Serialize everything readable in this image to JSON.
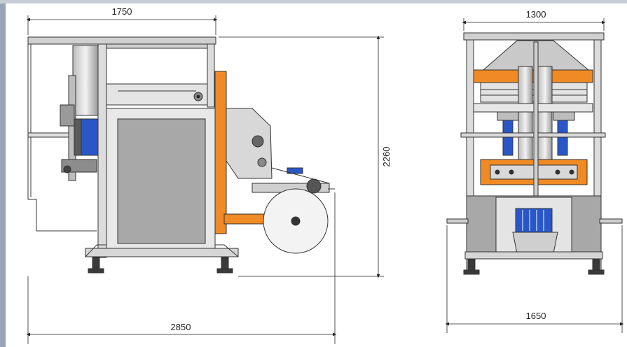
{
  "dimensions": {
    "side_top_width": "1750",
    "side_total_width": "2850",
    "side_height": "2260",
    "front_top_width": "1300",
    "front_total_width": "1650"
  },
  "colors": {
    "frame_orange": "#F08A24",
    "cylinder_blue": "#2A57C8",
    "panel_gray": "#A8A8A8",
    "light_gray": "#D4D4D4",
    "line": "#333333"
  }
}
